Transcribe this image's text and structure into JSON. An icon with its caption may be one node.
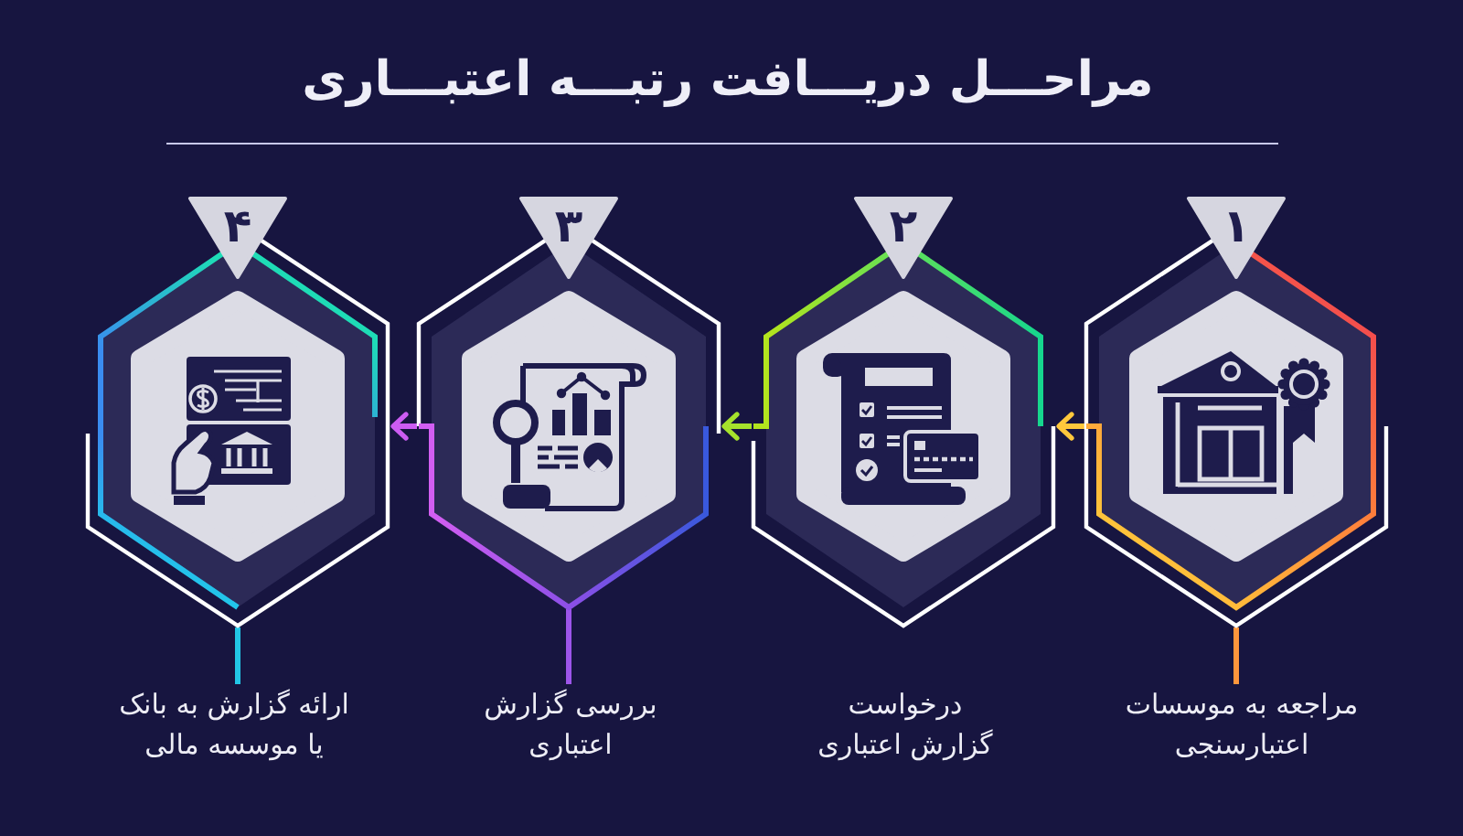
{
  "diagram": {
    "title": "مراحـــل دریـــافت رتبـــه اعتبـــاری",
    "nodes": [
      {
        "text": [
          "۱"
        ]
      },
      {
        "text": [
          "۲"
        ],
        "beside": [
          "درخواست گزارش اعتباری"
        ]
      },
      {
        "text": [
          "۳"
        ]
      },
      {
        "text": [
          "۴"
        ]
      },
      {
        "text": [
          "مراجعه به موسسات اعتبارسنجی"
        ]
      },
      {
        "text": [
          "بررسی گزارش اعتباری"
        ]
      },
      {
        "text": [
          "ارائه گزارش به بانک یا موسسه مالی"
        ]
      }
    ],
    "edges": [
      {
        "from": 0,
        "to": 1,
        "arrow": "to",
        "color": "#ffc83c"
      },
      {
        "from": 1,
        "to": 2,
        "arrow": "to",
        "color": "#a6e22c"
      },
      {
        "from": 2,
        "to": 3,
        "arrow": "to",
        "color": "#cc5cf2"
      },
      {
        "from": 0,
        "to": 4,
        "arrow": "none",
        "color": "#ff963c"
      },
      {
        "from": 2,
        "to": 5,
        "arrow": "none",
        "color": "#9d55ea"
      },
      {
        "from": 3,
        "to": 6,
        "arrow": "none",
        "color": "#22c6e6"
      }
    ]
  }
}
